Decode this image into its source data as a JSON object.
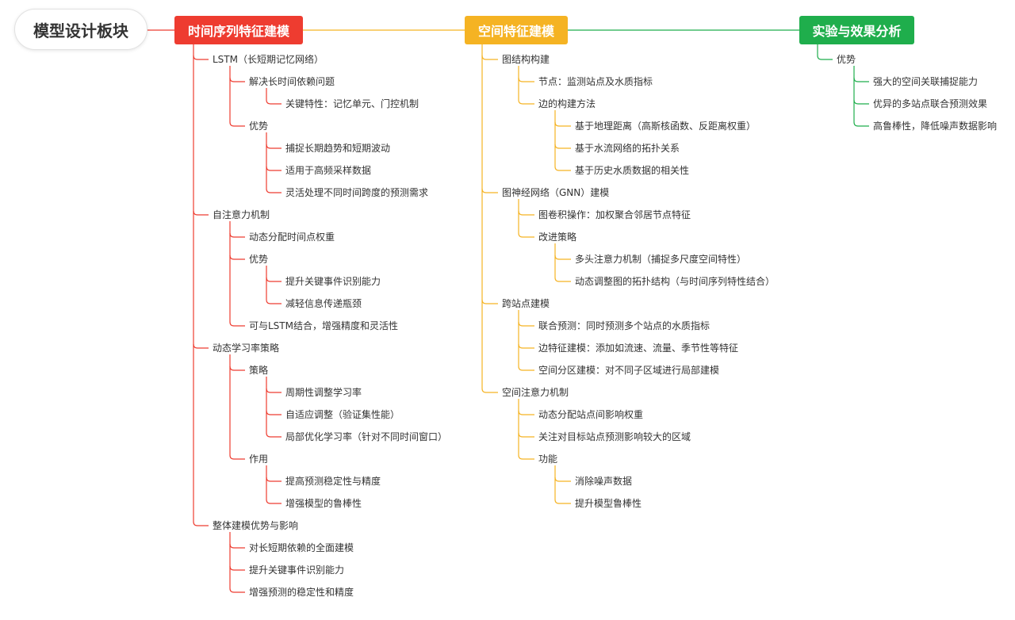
{
  "root": "模型设计板块",
  "colors": {
    "red": "#ee3c30",
    "orange": "#f5b323",
    "green": "#1fae4c"
  },
  "branches": [
    {
      "id": "temporal",
      "label": "时间序列特征建模",
      "color": "#ee3c30",
      "children": [
        {
          "label": "LSTM（长短期记忆网络）",
          "children": [
            {
              "label": "解决长时间依赖问题",
              "children": [
                {
                  "label": "关键特性：记忆单元、门控机制"
                }
              ]
            },
            {
              "label": "优势",
              "children": [
                {
                  "label": "捕捉长期趋势和短期波动"
                },
                {
                  "label": "适用于高频采样数据"
                },
                {
                  "label": "灵活处理不同时间跨度的预测需求"
                }
              ]
            }
          ]
        },
        {
          "label": "自注意力机制",
          "children": [
            {
              "label": "动态分配时间点权重"
            },
            {
              "label": "优势",
              "children": [
                {
                  "label": "提升关键事件识别能力"
                },
                {
                  "label": "减轻信息传递瓶颈"
                }
              ]
            },
            {
              "label": "可与LSTM结合，增强精度和灵活性"
            }
          ]
        },
        {
          "label": "动态学习率策略",
          "children": [
            {
              "label": "策略",
              "children": [
                {
                  "label": "周期性调整学习率"
                },
                {
                  "label": "自适应调整（验证集性能）"
                },
                {
                  "label": "局部优化学习率（针对不同时间窗口）"
                }
              ]
            },
            {
              "label": "作用",
              "children": [
                {
                  "label": "提高预测稳定性与精度"
                },
                {
                  "label": "增强模型的鲁棒性"
                }
              ]
            }
          ]
        },
        {
          "label": "整体建模优势与影响",
          "children": [
            {
              "label": "对长短期依赖的全面建模"
            },
            {
              "label": "提升关键事件识别能力"
            },
            {
              "label": "增强预测的稳定性和精度"
            }
          ]
        }
      ]
    },
    {
      "id": "spatial",
      "label": "空间特征建模",
      "color": "#f5b323",
      "children": [
        {
          "label": "图结构构建",
          "children": [
            {
              "label": "节点：监测站点及水质指标"
            },
            {
              "label": "边的构建方法",
              "children": [
                {
                  "label": "基于地理距离（高斯核函数、反距离权重）"
                },
                {
                  "label": "基于水流网络的拓扑关系"
                },
                {
                  "label": "基于历史水质数据的相关性"
                }
              ]
            }
          ]
        },
        {
          "label": "图神经网络（GNN）建模",
          "children": [
            {
              "label": "图卷积操作：加权聚合邻居节点特征"
            },
            {
              "label": "改进策略",
              "children": [
                {
                  "label": "多头注意力机制（捕捉多尺度空间特性）"
                },
                {
                  "label": "动态调整图的拓扑结构（与时间序列特性结合）"
                }
              ]
            }
          ]
        },
        {
          "label": "跨站点建模",
          "children": [
            {
              "label": "联合预测：同时预测多个站点的水质指标"
            },
            {
              "label": "边特征建模：添加如流速、流量、季节性等特征"
            },
            {
              "label": "空间分区建模：对不同子区域进行局部建模"
            }
          ]
        },
        {
          "label": "空间注意力机制",
          "children": [
            {
              "label": "动态分配站点间影响权重"
            },
            {
              "label": "关注对目标站点预测影响较大的区域"
            },
            {
              "label": "功能",
              "children": [
                {
                  "label": "消除噪声数据"
                },
                {
                  "label": "提升模型鲁棒性"
                }
              ]
            }
          ]
        }
      ]
    },
    {
      "id": "experiment",
      "label": "实验与效果分析",
      "color": "#1fae4c",
      "children": [
        {
          "label": "优势",
          "children": [
            {
              "label": "强大的空间关联捕捉能力"
            },
            {
              "label": "优异的多站点联合预测效果"
            },
            {
              "label": "高鲁棒性，降低噪声数据影响"
            }
          ]
        }
      ]
    }
  ]
}
